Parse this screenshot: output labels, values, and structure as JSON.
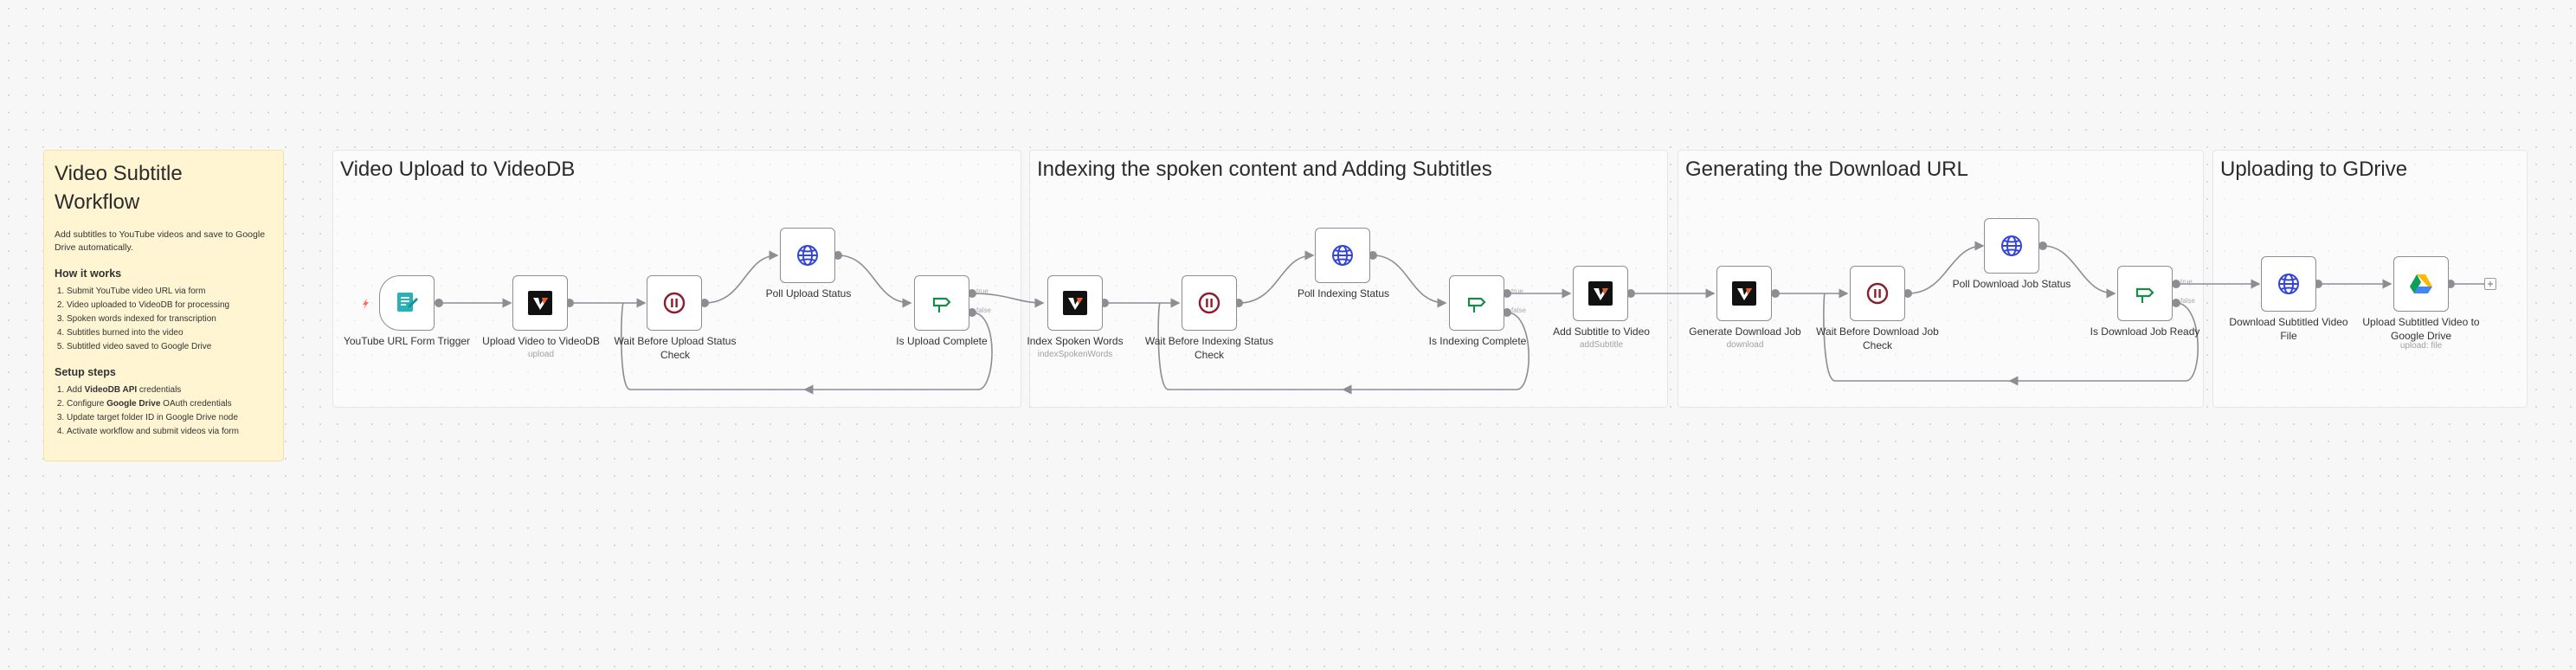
{
  "note": {
    "title": "Video Subtitle Workflow",
    "description": "Add subtitles to YouTube videos and save to Google Drive automatically.",
    "how_heading": "How it works",
    "how_steps": [
      "Submit YouTube video URL via form",
      "Video uploaded to VideoDB for processing",
      "Spoken words indexed for transcription",
      "Subtitles burned into the video",
      "Subtitled video saved to Google Drive"
    ],
    "setup_heading": "Setup steps",
    "setup_steps": [
      {
        "pre": "Add ",
        "bold": "VideoDB API",
        "post": " credentials"
      },
      {
        "pre": "Configure ",
        "bold": "Google Drive",
        "post": " OAuth credentials"
      },
      {
        "pre": "Update target folder ID in Google Drive node",
        "bold": "",
        "post": ""
      },
      {
        "pre": "Activate workflow and submit videos via form",
        "bold": "",
        "post": ""
      }
    ]
  },
  "sections": [
    {
      "title": "Video Upload to VideoDB"
    },
    {
      "title": "Indexing the spoken content and Adding Subtitles"
    },
    {
      "title": "Generating the Download URL"
    },
    {
      "title": "Uploading to GDrive"
    }
  ],
  "nodes": [
    {
      "label": "YouTube URL Form Trigger",
      "icon": "form-icon"
    },
    {
      "label": "Upload Video to VideoDB",
      "sub": "upload",
      "icon": "videodb-icon"
    },
    {
      "label": "Wait Before Upload Status Check",
      "icon": "pause-icon"
    },
    {
      "label": "Poll Upload Status",
      "icon": "globe-icon"
    },
    {
      "label": "Is Upload Complete",
      "icon": "branch-icon"
    },
    {
      "label": "Index Spoken Words",
      "sub": "indexSpokenWords",
      "icon": "videodb-icon"
    },
    {
      "label": "Wait Before Indexing Status Check",
      "icon": "pause-icon"
    },
    {
      "label": "Poll Indexing Status",
      "icon": "globe-icon"
    },
    {
      "label": "Is Indexing Complete",
      "icon": "branch-icon"
    },
    {
      "label": "Add Subtitle to Video",
      "sub": "addSubtitle",
      "icon": "videodb-icon"
    },
    {
      "label": "Generate Download Job",
      "sub": "download",
      "icon": "videodb-icon"
    },
    {
      "label": "Wait Before Download Job Check",
      "icon": "pause-icon"
    },
    {
      "label": "Poll Download Job Status",
      "icon": "globe-icon"
    },
    {
      "label": "Is Download Job Ready",
      "icon": "branch-icon"
    },
    {
      "label": "Download Subtitled Video File",
      "icon": "globe-icon"
    },
    {
      "label": "Upload Subtitled Video to Google Drive",
      "sub": "upload: file",
      "icon": "google-drive-icon"
    }
  ],
  "branch_labels": {
    "true": "true",
    "false": "false"
  },
  "colors": {
    "note_bg": "#fff5d3",
    "videodb_orange": "#f15a24",
    "pause_red": "#8b1d2c",
    "globe_blue": "#3546d6",
    "branch_green": "#1a8a4a",
    "form_teal": "#25b3b7",
    "trigger_orange": "#ff6d5a"
  }
}
